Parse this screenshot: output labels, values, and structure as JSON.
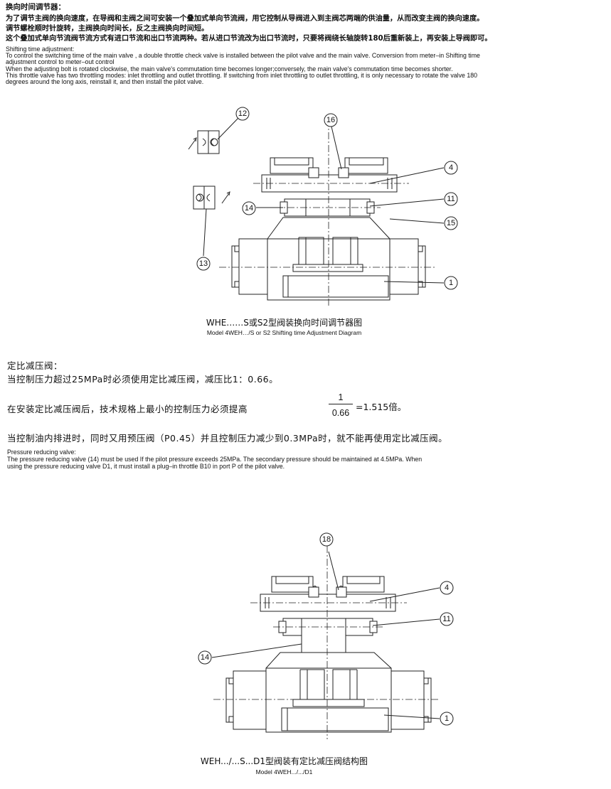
{
  "section1": {
    "heading_cn": "换向时间调节器：",
    "para_cn_1": "为了调节主阀的换向速度，在导阀和主阀之间可安装一个叠加式单向节流阀，用它控制从导阀进入到主阀芯两端的供油量，从而改变主阀的换向速度。",
    "para_cn_2": "调节螺栓顺时针旋转，主阀换向时间长，反之主阀换向时间短。",
    "para_cn_3": "这个叠加式单向节流阀节流方式有进口节流和出口节流两种。若从进口节流改为出口节流时，只要将阀绕长轴旋转180后重新装上，再安装上导阀即可。",
    "en_1": "Shifting time adjustment:",
    "en_2": "To control the switching time of the main valve , a double throttle check valve is installed between the pilot valve and the main valve. Conversion from meter–in Shifting time",
    "en_3": "adjustment control to meter–out control",
    "en_4": "When the adjusting bolt is rotated clockwise, the main valve's commutation time becomes longer;conversely, the main valve's commutation time becomes shorter.",
    "en_5": "This throttle valve has two throttling modes: inlet throttling and outlet throttling. If switching from inlet throttling to outlet throttling, it is only necessary to rotate the valve 180",
    "en_6": "degrees around the long axis, reinstall it, and then install the pilot valve."
  },
  "figure1": {
    "callouts": [
      "12",
      "16",
      "4",
      "11",
      "14",
      "15",
      "13",
      "1"
    ],
    "caption_cn": "WHE……S或S2型阀装换向时间调节器图",
    "caption_en": "Model 4WEH…/S or S2 Shifting time Adjustment Diagram"
  },
  "section2": {
    "heading_cn": "定比减压阀：",
    "line_cn_1": "当控制压力超过25MPa时必须使用定比减压阀，减压比1：0.66。",
    "line_cn_2": "在安装定比减压阀后，技术规格上最小的控制压力必须提高",
    "fraction_num": "1",
    "fraction_den": "0.66",
    "fraction_result": "=1.515倍。",
    "line_cn_3": "当控制油内排进时，同时又用预压阀（P0.45）并且控制压力减少到0.3MPa时，就不能再使用定比减压阀。",
    "en_1": "Pressure reducing valve:",
    "en_2": "The pressure reducing valve (14) must be used If the pilot pressure exceeds 25MPa. The secondary pressure should be maintained at 4.5MPa. When",
    "en_3": "using the pressure reducing valve D1, it must install a plug–in throttle B10 in port P of the pilot valve."
  },
  "figure2": {
    "callouts": [
      "18",
      "4",
      "11",
      "14",
      "1"
    ],
    "caption_cn": "WEH.../...S...D1型阀装有定比减压阀结构图",
    "caption_en": "Model 4WEH.../.../D1"
  }
}
